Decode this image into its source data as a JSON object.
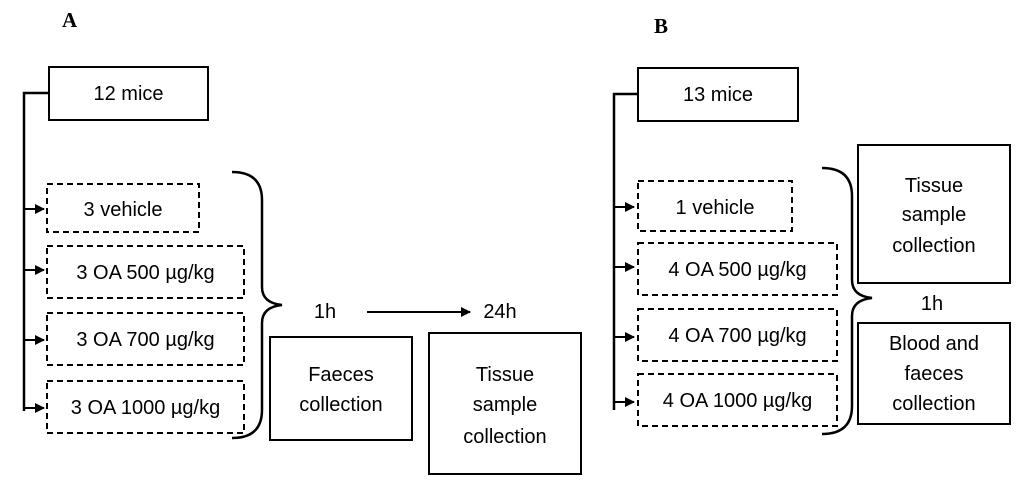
{
  "panel_a": {
    "label": "A",
    "root": "12 mice",
    "groups": [
      "3 vehicle",
      "3 OA 500 µg/kg",
      "3 OA 700 µg/kg",
      "3 OA 1000 µg/kg"
    ],
    "time_start": "1h",
    "time_end": "24h",
    "faeces_box": [
      "Faeces",
      "collection"
    ],
    "tissue_box": [
      "Tissue",
      "sample",
      "collection"
    ]
  },
  "panel_b": {
    "label": "B",
    "root": "13 mice",
    "groups": [
      "1 vehicle",
      "4 OA 500 µg/kg",
      "4 OA 700 µg/kg",
      "4 OA 1000 µg/kg"
    ],
    "time": "1h",
    "tissue_box": [
      "Tissue",
      "sample",
      "collection"
    ],
    "blood_box": [
      "Blood and",
      "faeces",
      "collection"
    ]
  }
}
